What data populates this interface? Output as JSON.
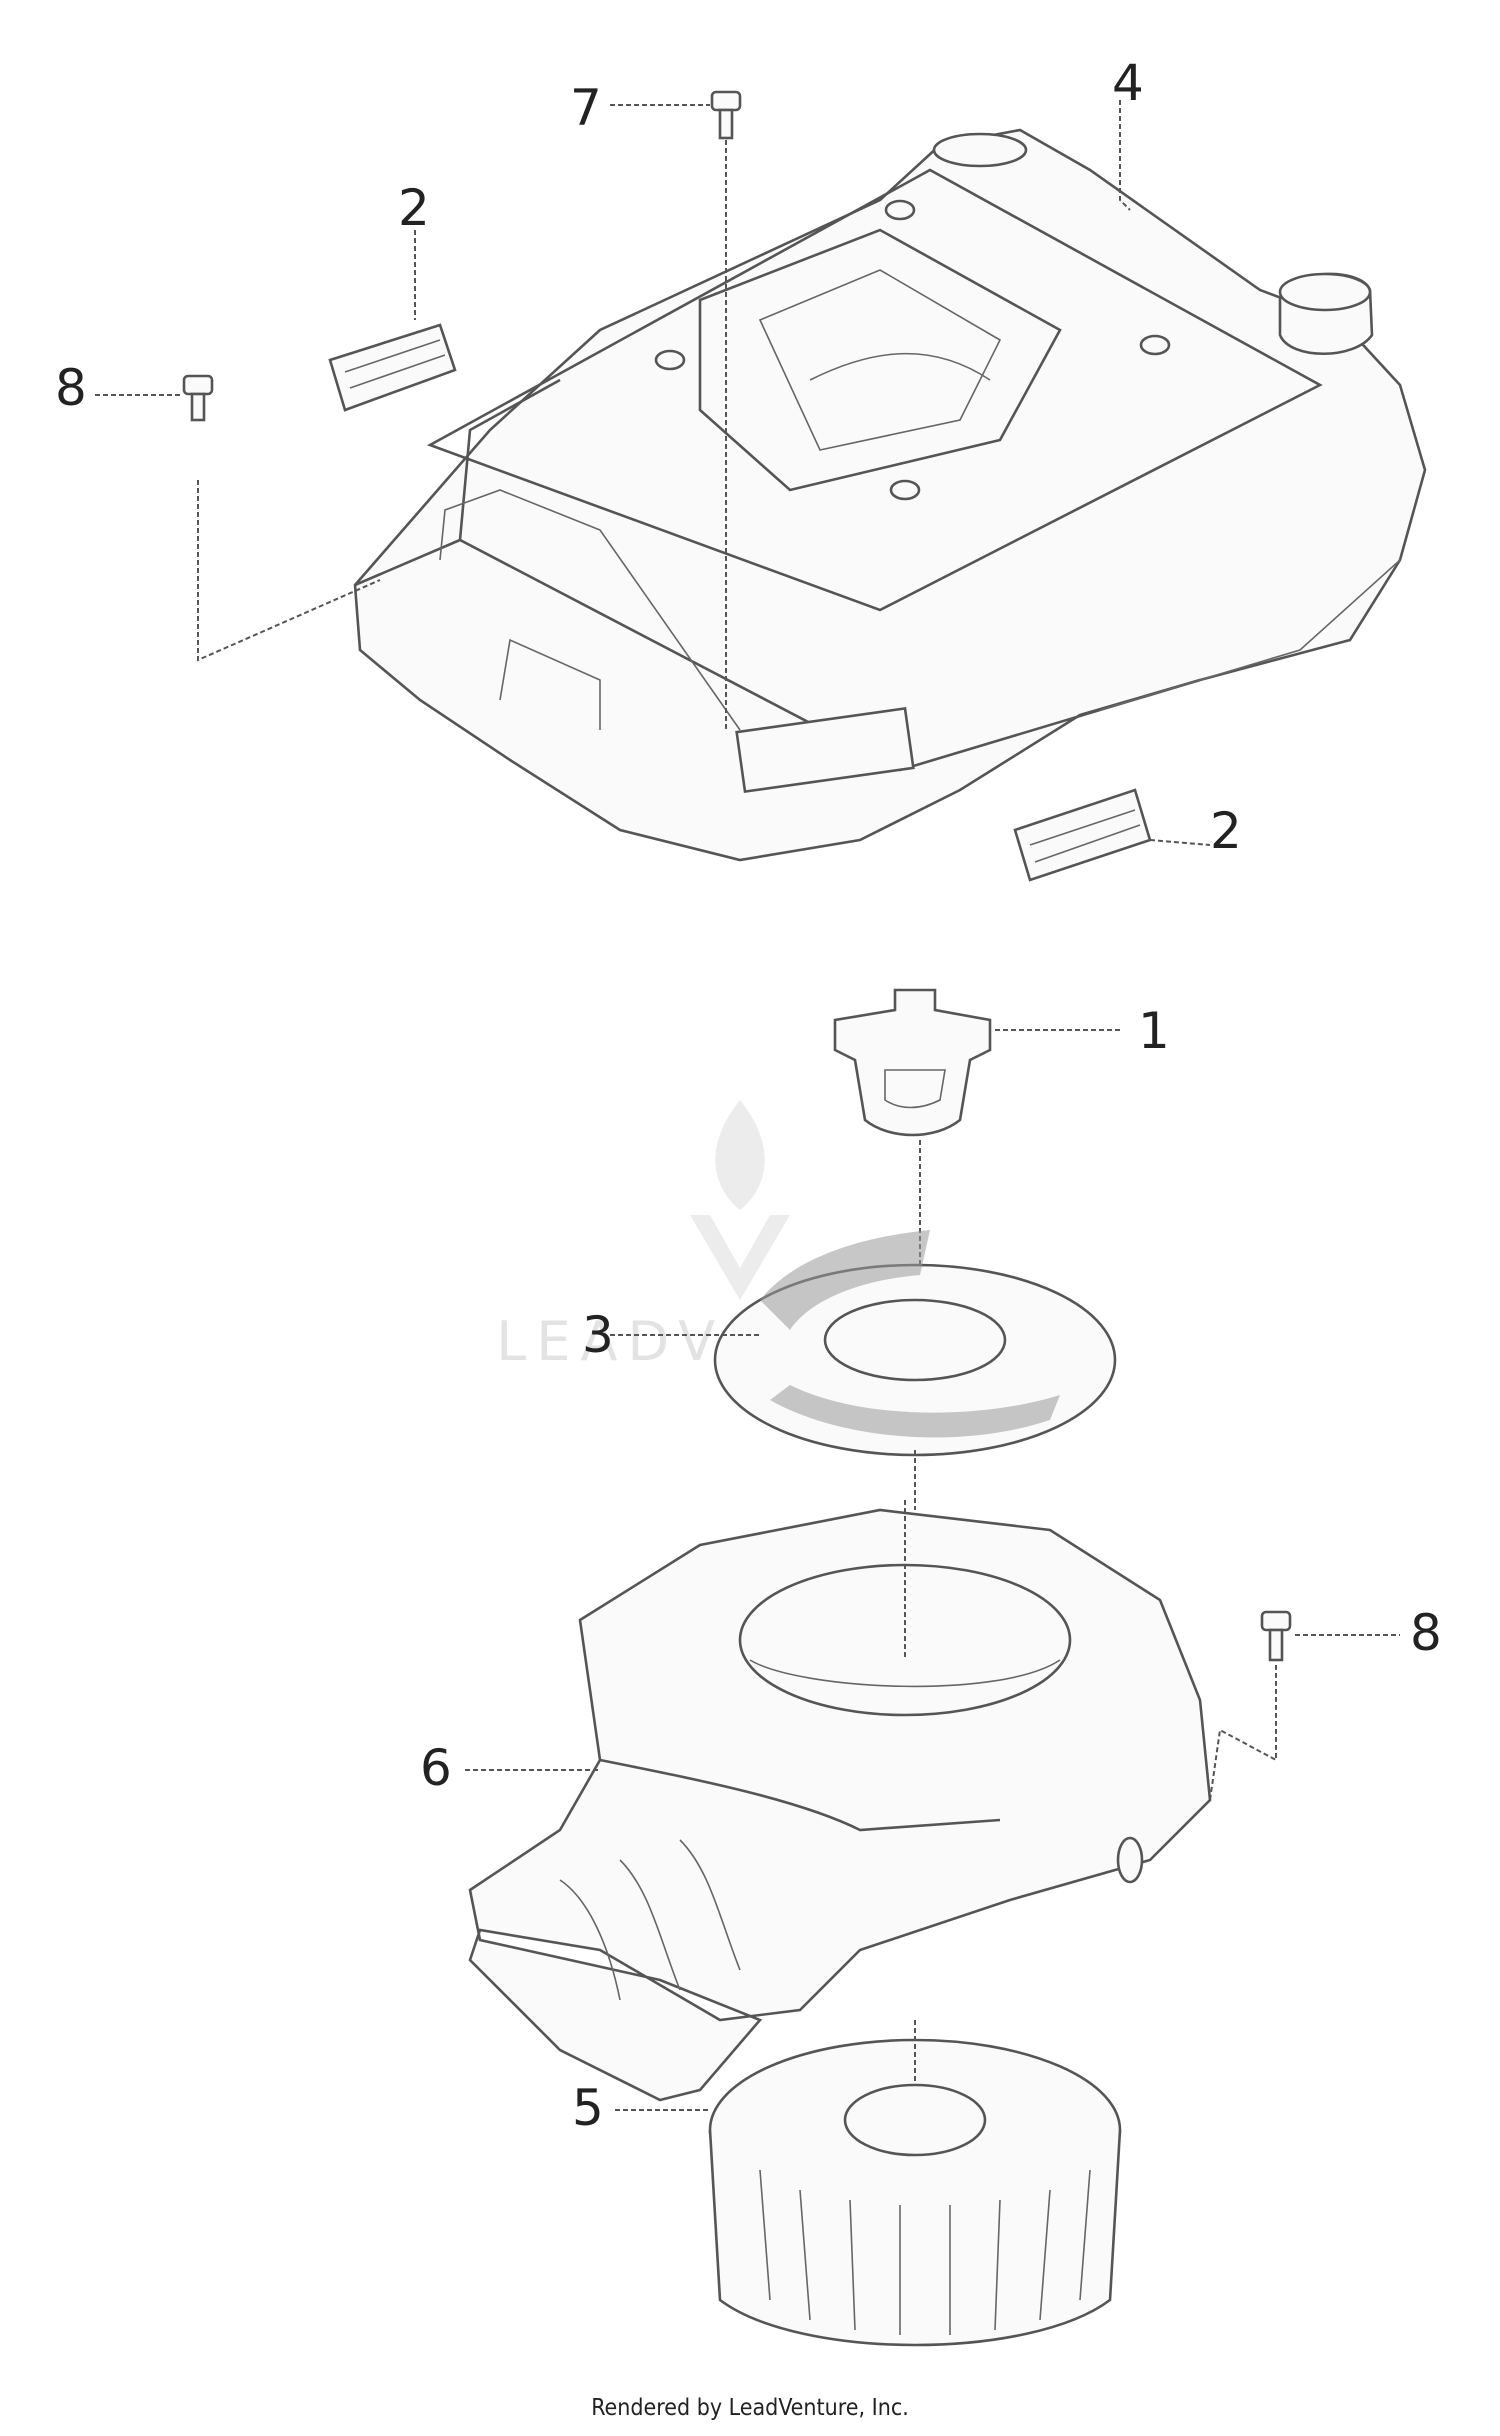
{
  "diagram": {
    "callouts": [
      {
        "id": "part-1",
        "label": "1"
      },
      {
        "id": "part-2-top",
        "label": "2"
      },
      {
        "id": "part-2-bottom",
        "label": "2"
      },
      {
        "id": "part-3",
        "label": "3"
      },
      {
        "id": "part-4",
        "label": "4"
      },
      {
        "id": "part-5",
        "label": "5"
      },
      {
        "id": "part-6",
        "label": "6"
      },
      {
        "id": "part-7",
        "label": "7"
      },
      {
        "id": "part-8-top",
        "label": "8"
      },
      {
        "id": "part-8-bottom",
        "label": "8"
      }
    ]
  },
  "watermark": {
    "text": "LEADVENTURE"
  },
  "footer": {
    "text": "Rendered by LeadVenture, Inc."
  }
}
